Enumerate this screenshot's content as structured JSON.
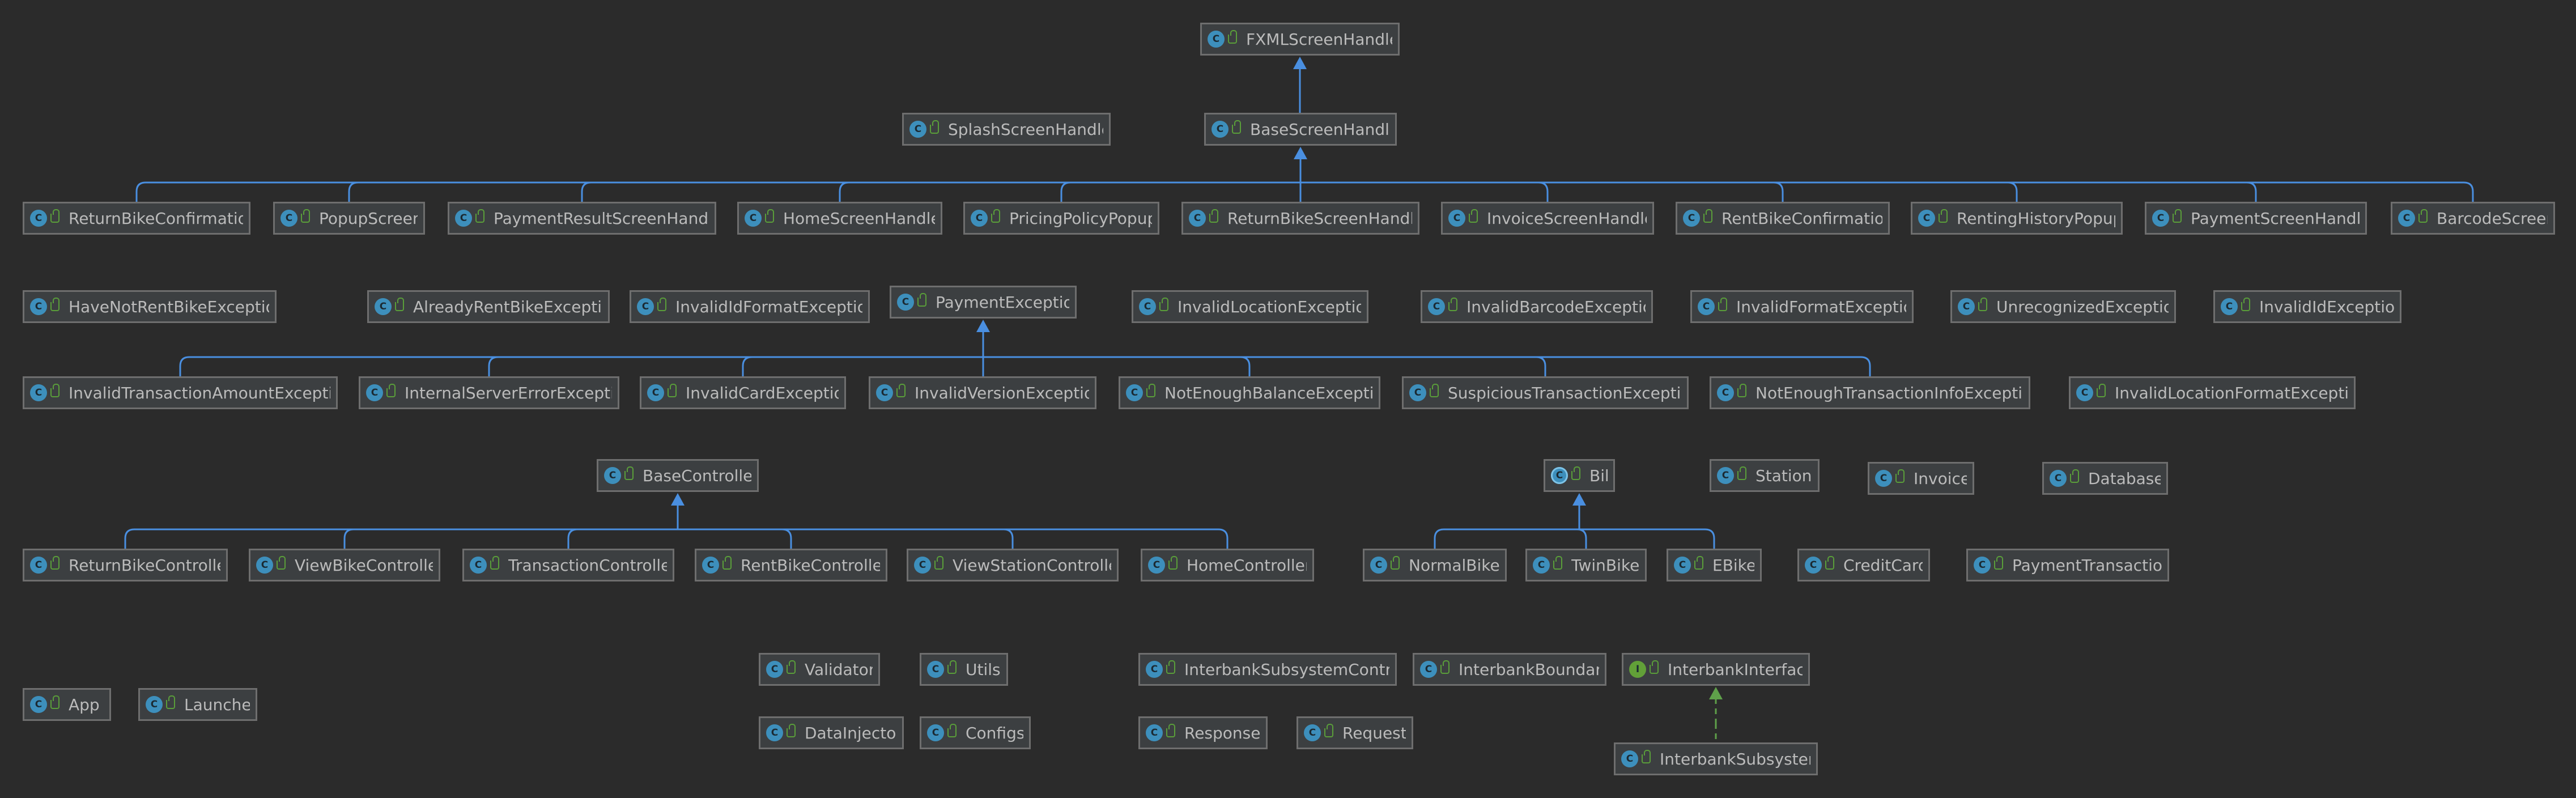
{
  "colors": {
    "background": "#2b2b2b",
    "node_fill": "#3c3f41",
    "node_border": "#6e6e6e",
    "text": "#bbbbbb",
    "class_icon": "#3d8fbc",
    "interface_icon": "#62a038",
    "inheritance_edge": "#4a8fe0",
    "implementation_edge": "#5fa04a"
  },
  "nodes": [
    {
      "id": "FXMLScreenHandler",
      "label": "FXMLScreenHandler",
      "kind": "class",
      "icon": "class-icon"
    },
    {
      "id": "SplashScreenHandler",
      "label": "SplashScreenHandler",
      "kind": "class",
      "icon": "class-icon"
    },
    {
      "id": "BaseScreenHandler",
      "label": "BaseScreenHandler",
      "kind": "class",
      "icon": "class-icon"
    },
    {
      "id": "ReturnBikeConfirmation",
      "label": "ReturnBikeConfirmation",
      "kind": "class",
      "icon": "class-icon"
    },
    {
      "id": "PopupScreen",
      "label": "PopupScreen",
      "kind": "class",
      "icon": "class-icon"
    },
    {
      "id": "PaymentResultScreenHandler",
      "label": "PaymentResultScreenHandler",
      "kind": "class",
      "icon": "class-icon"
    },
    {
      "id": "HomeScreenHandler",
      "label": "HomeScreenHandler",
      "kind": "class",
      "icon": "class-icon"
    },
    {
      "id": "PricingPolicyPopup",
      "label": "PricingPolicyPopup",
      "kind": "class",
      "icon": "class-icon"
    },
    {
      "id": "ReturnBikeScreenHandler",
      "label": "ReturnBikeScreenHandler",
      "kind": "class",
      "icon": "class-icon"
    },
    {
      "id": "InvoiceScreenHandler",
      "label": "InvoiceScreenHandler",
      "kind": "class",
      "icon": "class-icon"
    },
    {
      "id": "RentBikeConfirmation",
      "label": "RentBikeConfirmation",
      "kind": "class",
      "icon": "class-icon"
    },
    {
      "id": "RentingHistoryPopup",
      "label": "RentingHistoryPopup",
      "kind": "class",
      "icon": "class-icon"
    },
    {
      "id": "PaymentScreenHandler",
      "label": "PaymentScreenHandler",
      "kind": "class",
      "icon": "class-icon"
    },
    {
      "id": "BarcodeScreen",
      "label": "BarcodeScreen",
      "kind": "class",
      "icon": "class-icon"
    },
    {
      "id": "HaveNotRentBikeException",
      "label": "HaveNotRentBikeException",
      "kind": "class",
      "icon": "class-icon"
    },
    {
      "id": "AlreadyRentBikeException",
      "label": "AlreadyRentBikeException",
      "kind": "class",
      "icon": "class-icon"
    },
    {
      "id": "InvalidIdFormatException",
      "label": "InvalidIdFormatException",
      "kind": "class",
      "icon": "class-icon"
    },
    {
      "id": "PaymentException",
      "label": "PaymentException",
      "kind": "class",
      "icon": "class-icon"
    },
    {
      "id": "InvalidLocationException",
      "label": "InvalidLocationException",
      "kind": "class",
      "icon": "class-icon"
    },
    {
      "id": "InvalidBarcodeException",
      "label": "InvalidBarcodeException",
      "kind": "class",
      "icon": "class-icon"
    },
    {
      "id": "InvalidFormatException",
      "label": "InvalidFormatException",
      "kind": "class",
      "icon": "class-icon"
    },
    {
      "id": "UnrecognizedException",
      "label": "UnrecognizedException",
      "kind": "class",
      "icon": "class-icon"
    },
    {
      "id": "InvalidIdException",
      "label": "InvalidIdException",
      "kind": "class",
      "icon": "class-icon"
    },
    {
      "id": "InvalidTransactionAmountException",
      "label": "InvalidTransactionAmountException",
      "kind": "class",
      "icon": "class-icon"
    },
    {
      "id": "InternalServerErrorException",
      "label": "InternalServerErrorException",
      "kind": "class",
      "icon": "class-icon"
    },
    {
      "id": "InvalidCardException",
      "label": "InvalidCardException",
      "kind": "class",
      "icon": "class-icon"
    },
    {
      "id": "InvalidVersionException",
      "label": "InvalidVersionException",
      "kind": "class",
      "icon": "class-icon"
    },
    {
      "id": "NotEnoughBalanceException",
      "label": "NotEnoughBalanceException",
      "kind": "class",
      "icon": "class-icon"
    },
    {
      "id": "SuspiciousTransactionException",
      "label": "SuspiciousTransactionException",
      "kind": "class",
      "icon": "class-icon"
    },
    {
      "id": "NotEnoughTransactionInfoException",
      "label": "NotEnoughTransactionInfoException",
      "kind": "class",
      "icon": "class-icon"
    },
    {
      "id": "InvalidLocationFormatException",
      "label": "InvalidLocationFormatException",
      "kind": "class",
      "icon": "class-icon"
    },
    {
      "id": "BaseController",
      "label": "BaseController",
      "kind": "class",
      "icon": "class-icon"
    },
    {
      "id": "Bike",
      "label": "Bike",
      "kind": "abstract",
      "icon": "abstract-class-icon"
    },
    {
      "id": "Station",
      "label": "Station",
      "kind": "class",
      "icon": "class-icon"
    },
    {
      "id": "Invoice",
      "label": "Invoice",
      "kind": "class",
      "icon": "class-icon"
    },
    {
      "id": "Database",
      "label": "Database",
      "kind": "class",
      "icon": "class-icon"
    },
    {
      "id": "ReturnBikeController",
      "label": "ReturnBikeController",
      "kind": "class",
      "icon": "class-icon"
    },
    {
      "id": "ViewBikeController",
      "label": "ViewBikeController",
      "kind": "class",
      "icon": "class-icon"
    },
    {
      "id": "TransactionController",
      "label": "TransactionController",
      "kind": "class",
      "icon": "class-icon"
    },
    {
      "id": "RentBikeController",
      "label": "RentBikeController",
      "kind": "class",
      "icon": "class-icon"
    },
    {
      "id": "ViewStationController",
      "label": "ViewStationController",
      "kind": "class",
      "icon": "class-icon"
    },
    {
      "id": "HomeController",
      "label": "HomeController",
      "kind": "class",
      "icon": "class-icon"
    },
    {
      "id": "NormalBike",
      "label": "NormalBike",
      "kind": "class",
      "icon": "class-icon"
    },
    {
      "id": "TwinBike",
      "label": "TwinBike",
      "kind": "class",
      "icon": "class-icon"
    },
    {
      "id": "EBike",
      "label": "EBike",
      "kind": "class",
      "icon": "class-icon"
    },
    {
      "id": "CreditCard",
      "label": "CreditCard",
      "kind": "class",
      "icon": "class-icon"
    },
    {
      "id": "PaymentTransaction",
      "label": "PaymentTransaction",
      "kind": "class",
      "icon": "class-icon"
    },
    {
      "id": "Validator",
      "label": "Validator",
      "kind": "class",
      "icon": "class-icon"
    },
    {
      "id": "Utils",
      "label": "Utils",
      "kind": "class",
      "icon": "class-icon"
    },
    {
      "id": "InterbankSubsystemControl",
      "label": "InterbankSubsystemControl",
      "kind": "class",
      "icon": "class-icon"
    },
    {
      "id": "InterbankBoundary",
      "label": "InterbankBoundary",
      "kind": "class",
      "icon": "class-icon"
    },
    {
      "id": "InterbankInterface",
      "label": "InterbankInterface",
      "kind": "interface",
      "icon": "interface-icon"
    },
    {
      "id": "App",
      "label": "App",
      "kind": "class",
      "icon": "class-icon"
    },
    {
      "id": "Launcher",
      "label": "Launcher",
      "kind": "class",
      "icon": "class-icon"
    },
    {
      "id": "DataInjector",
      "label": "DataInjector",
      "kind": "class",
      "icon": "class-icon"
    },
    {
      "id": "Configs",
      "label": "Configs",
      "kind": "class",
      "icon": "class-icon"
    },
    {
      "id": "Response",
      "label": "Response",
      "kind": "class",
      "icon": "class-icon"
    },
    {
      "id": "Request",
      "label": "Request",
      "kind": "class",
      "icon": "class-icon"
    },
    {
      "id": "InterbankSubsystem",
      "label": "InterbankSubsystem",
      "kind": "class",
      "icon": "class-icon"
    }
  ],
  "edges": [
    {
      "from": "BaseScreenHandler",
      "to": "FXMLScreenHandler",
      "type": "extends"
    },
    {
      "from": "ReturnBikeConfirmation",
      "to": "BaseScreenHandler",
      "type": "extends"
    },
    {
      "from": "PopupScreen",
      "to": "BaseScreenHandler",
      "type": "extends"
    },
    {
      "from": "PaymentResultScreenHandler",
      "to": "BaseScreenHandler",
      "type": "extends"
    },
    {
      "from": "HomeScreenHandler",
      "to": "BaseScreenHandler",
      "type": "extends"
    },
    {
      "from": "PricingPolicyPopup",
      "to": "BaseScreenHandler",
      "type": "extends"
    },
    {
      "from": "ReturnBikeScreenHandler",
      "to": "BaseScreenHandler",
      "type": "extends"
    },
    {
      "from": "InvoiceScreenHandler",
      "to": "BaseScreenHandler",
      "type": "extends"
    },
    {
      "from": "RentBikeConfirmation",
      "to": "BaseScreenHandler",
      "type": "extends"
    },
    {
      "from": "RentingHistoryPopup",
      "to": "BaseScreenHandler",
      "type": "extends"
    },
    {
      "from": "PaymentScreenHandler",
      "to": "BaseScreenHandler",
      "type": "extends"
    },
    {
      "from": "BarcodeScreen",
      "to": "BaseScreenHandler",
      "type": "extends"
    },
    {
      "from": "InvalidTransactionAmountException",
      "to": "PaymentException",
      "type": "extends"
    },
    {
      "from": "InternalServerErrorException",
      "to": "PaymentException",
      "type": "extends"
    },
    {
      "from": "InvalidCardException",
      "to": "PaymentException",
      "type": "extends"
    },
    {
      "from": "InvalidVersionException",
      "to": "PaymentException",
      "type": "extends"
    },
    {
      "from": "NotEnoughBalanceException",
      "to": "PaymentException",
      "type": "extends"
    },
    {
      "from": "SuspiciousTransactionException",
      "to": "PaymentException",
      "type": "extends"
    },
    {
      "from": "NotEnoughTransactionInfoException",
      "to": "PaymentException",
      "type": "extends"
    },
    {
      "from": "ReturnBikeController",
      "to": "BaseController",
      "type": "extends"
    },
    {
      "from": "ViewBikeController",
      "to": "BaseController",
      "type": "extends"
    },
    {
      "from": "TransactionController",
      "to": "BaseController",
      "type": "extends"
    },
    {
      "from": "RentBikeController",
      "to": "BaseController",
      "type": "extends"
    },
    {
      "from": "ViewStationController",
      "to": "BaseController",
      "type": "extends"
    },
    {
      "from": "HomeController",
      "to": "BaseController",
      "type": "extends"
    },
    {
      "from": "NormalBike",
      "to": "Bike",
      "type": "extends"
    },
    {
      "from": "TwinBike",
      "to": "Bike",
      "type": "extends"
    },
    {
      "from": "EBike",
      "to": "Bike",
      "type": "extends"
    },
    {
      "from": "InterbankSubsystem",
      "to": "InterbankInterface",
      "type": "implements"
    }
  ]
}
